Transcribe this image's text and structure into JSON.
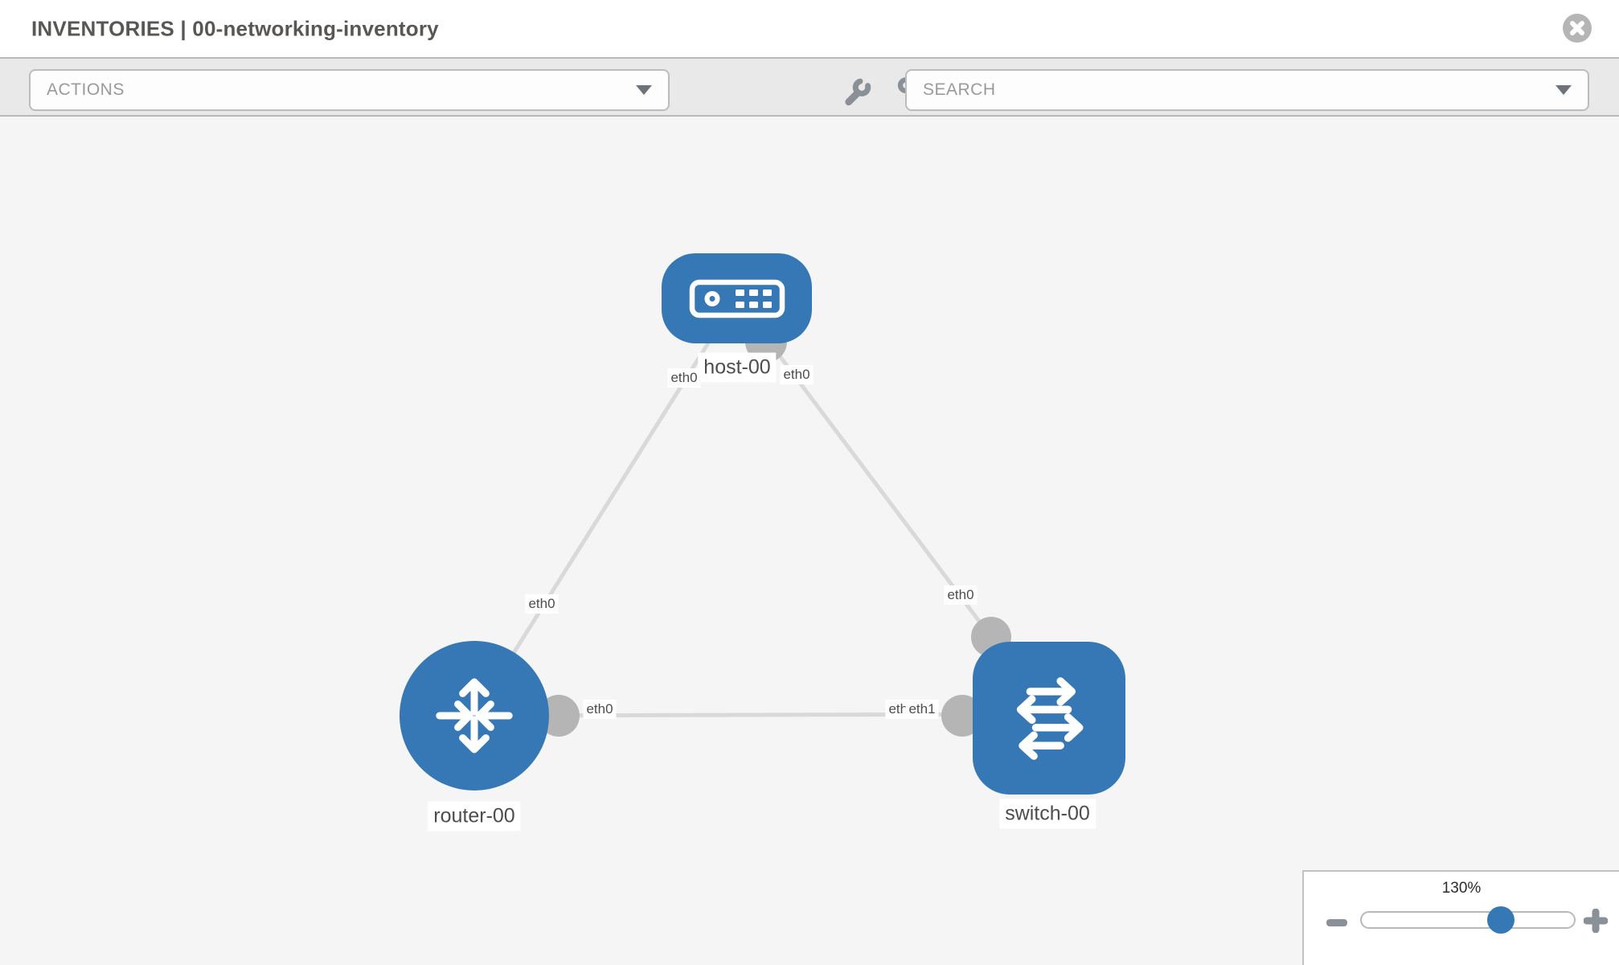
{
  "header": {
    "title": "INVENTORIES | 00-networking-inventory"
  },
  "toolbar": {
    "actions_label": "ACTIONS",
    "search_placeholder": "SEARCH"
  },
  "canvas": {
    "topology": {
      "nodes": [
        {
          "id": "host-00",
          "label": "host-00",
          "type": "host",
          "icon": "server-icon"
        },
        {
          "id": "router-00",
          "label": "router-00",
          "type": "router",
          "icon": "router-arrows-icon"
        },
        {
          "id": "switch-00",
          "label": "switch-00",
          "type": "switch",
          "icon": "switch-arrows-icon"
        }
      ],
      "links": [
        {
          "from": "host-00",
          "to": "router-00",
          "from_if": "eth0",
          "to_if": "eth0"
        },
        {
          "from": "host-00",
          "to": "switch-00",
          "from_if": "eth0",
          "to_if": "eth0"
        },
        {
          "from": "router-00",
          "to": "switch-00",
          "from_if": "eth0",
          "to_if": "eth1",
          "to_if_overlapped": "eth0"
        }
      ]
    },
    "zoom_widget": {
      "level": "130%"
    }
  },
  "colors": {
    "node_blue": "#3578b5",
    "link_gray": "#d9d9d9",
    "connector_gray": "#b5b5b5",
    "toolbar_bg": "#e9e9e9",
    "canvas_bg": "#f5f5f5",
    "border_gray": "#b9b9b9",
    "icon_gray": "#8a9097",
    "label_text": "#4d4d4d"
  }
}
